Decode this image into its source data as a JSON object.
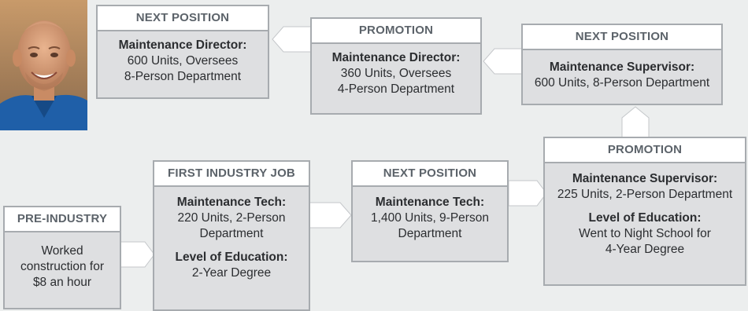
{
  "photo": {
    "icon": "person-portrait-icon"
  },
  "colors": {
    "card_fill": "#dedfe1",
    "card_border": "#a7abaf",
    "header_fill": "#ffffff",
    "header_text": "#5c636a",
    "body_text": "#2b2d30"
  },
  "boxes": {
    "pre_industry": {
      "header": "PRE-INDUSTRY",
      "lines": [
        "Worked",
        "construction for",
        "$8 an hour"
      ]
    },
    "first_job": {
      "header": "FIRST INDUSTRY JOB",
      "title": "Maintenance Tech:",
      "lines": [
        "220 Units, 2-Person",
        "Department"
      ],
      "edu_title": "Level of Education:",
      "edu_lines": [
        "2-Year Degree"
      ]
    },
    "next_tech": {
      "header": "NEXT POSITION",
      "title": "Maintenance Tech:",
      "lines": [
        "1,400 Units, 9-Person",
        "Department"
      ]
    },
    "promo_supervisor": {
      "header": "PROMOTION",
      "title": "Maintenance Supervisor:",
      "lines": [
        "225 Units, 2-Person Department"
      ],
      "edu_title": "Level of Education:",
      "edu_lines": [
        "Went to Night School for",
        "4-Year Degree"
      ]
    },
    "next_supervisor": {
      "header": "NEXT POSITION",
      "title": "Maintenance Supervisor:",
      "lines": [
        "600 Units, 8-Person Department"
      ]
    },
    "promo_director": {
      "header": "PROMOTION",
      "title": "Maintenance Director:",
      "lines": [
        "360 Units, Oversees",
        "4-Person Department"
      ]
    },
    "next_director": {
      "header": "NEXT POSITION",
      "title": "Maintenance Director:",
      "lines": [
        "600 Units, Oversees",
        "8-Person Department"
      ]
    }
  }
}
